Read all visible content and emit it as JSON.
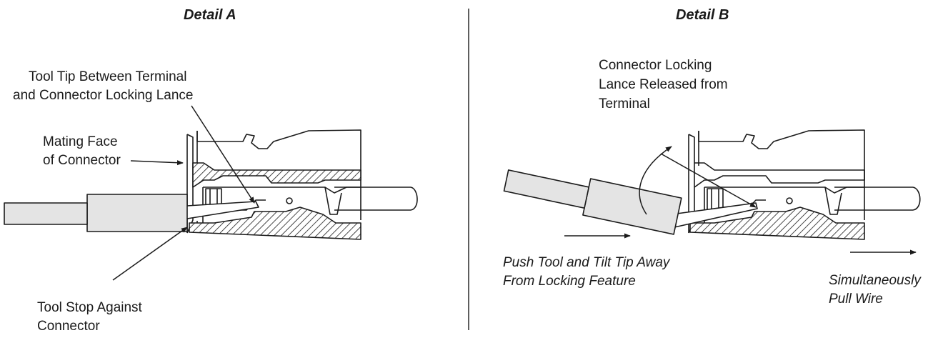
{
  "detail_a": {
    "title": "Detail A",
    "callout_tool_tip": [
      "Tool Tip Between Terminal",
      "and Connector Locking Lance"
    ],
    "callout_mating_face": [
      "Mating Face",
      "of Connector"
    ],
    "callout_tool_stop": [
      "Tool Stop Against",
      "Connector"
    ]
  },
  "detail_b": {
    "title": "Detail B",
    "callout_lance_released": [
      "Connector Locking",
      "Lance Released from",
      "Terminal"
    ],
    "instruction_push": [
      "Push Tool and Tilt Tip Away",
      "From Locking Feature"
    ],
    "instruction_pull": [
      "Simultaneously",
      "Pull Wire"
    ]
  },
  "colors": {
    "ink": "#1a1a1a",
    "background": "#ffffff",
    "tool_fill": "#e4e4e4"
  }
}
